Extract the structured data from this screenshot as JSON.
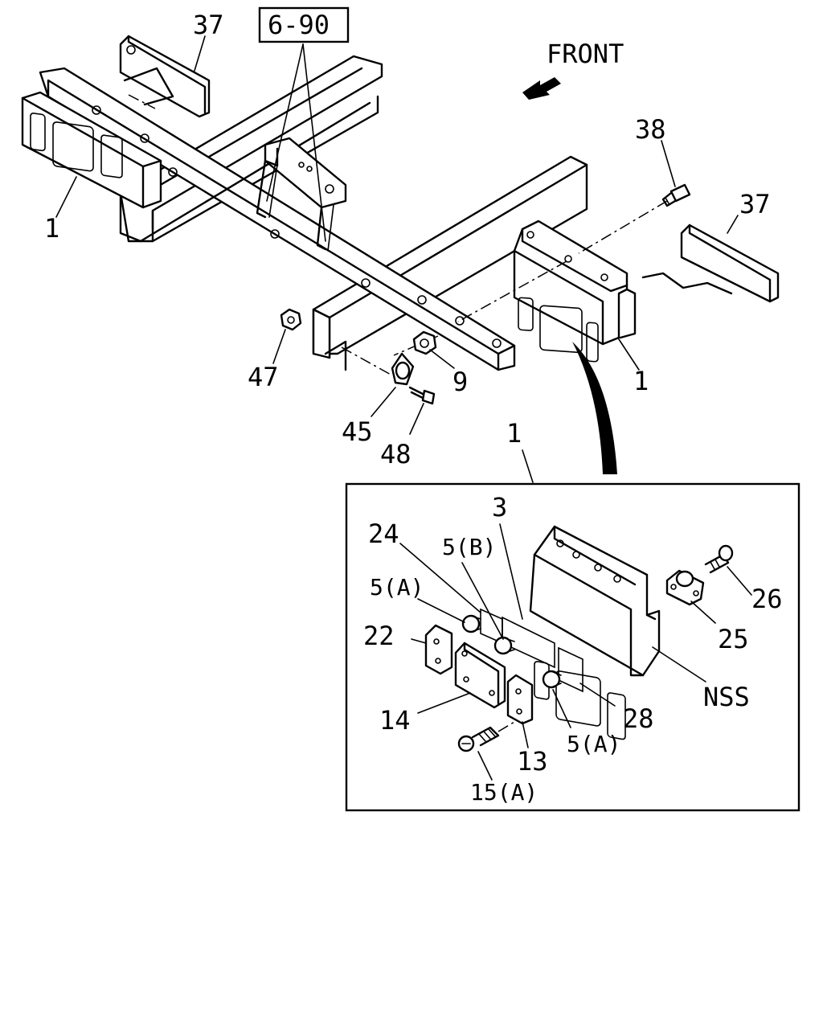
{
  "direction_label": "FRONT",
  "reference_box": "6-90",
  "callouts": {
    "c37_top": "37",
    "c37_right": "37",
    "c38": "38",
    "c1_left": "1",
    "c1_right": "1",
    "c1_detail": "1",
    "c47": "47",
    "c9": "9",
    "c45": "45",
    "c48": "48",
    "c3": "3",
    "c24": "24",
    "c5b": "5(B)",
    "c5a_left": "5(A)",
    "c5a_bottom": "5(A)",
    "c22": "22",
    "c14": "14",
    "c13": "13",
    "c15a": "15(A)",
    "c28": "28",
    "c26": "26",
    "c25": "25",
    "nss": "NSS"
  }
}
